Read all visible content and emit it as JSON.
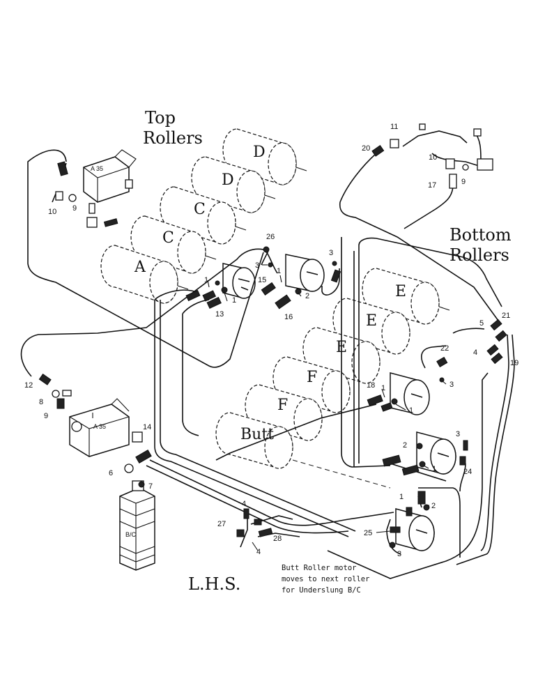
{
  "headings": {
    "top_rollers": [
      "Top",
      "Rollers"
    ],
    "bottom_rollers": [
      "Bottom",
      "Rollers"
    ],
    "lhs": "L.H.S."
  },
  "note": [
    "Butt Roller motor",
    "moves to next roller",
    "for Underslung B/C"
  ],
  "rollers": {
    "top": [
      "A",
      "C",
      "C",
      "D",
      "D"
    ],
    "bottom": [
      "E",
      "E",
      "E",
      "F",
      "F",
      "Butt"
    ]
  },
  "valves": {
    "upper": "A 35",
    "lower": "A 35",
    "block": "B/C"
  },
  "part_numbers": [
    "1",
    "2",
    "3",
    "4",
    "5",
    "6",
    "7",
    "8",
    "9",
    "10",
    "11",
    "12",
    "13",
    "14",
    "15",
    "16",
    "17",
    "18",
    "19",
    "20",
    "21",
    "22",
    "24",
    "25",
    "26",
    "27",
    "28"
  ],
  "callouts": [
    "10",
    "9",
    "26",
    "3",
    "3",
    "1",
    "15",
    "1",
    "1",
    "2",
    "13",
    "16",
    "20",
    "11",
    "10",
    "9",
    "17",
    "21",
    "5",
    "4",
    "22",
    "19",
    "3",
    "18",
    "1",
    "1",
    "12",
    "8",
    "9",
    "14",
    "6",
    "7",
    "3",
    "2",
    "1",
    "24",
    "1",
    "2",
    "25",
    "3",
    "4",
    "27",
    "28",
    "4"
  ]
}
